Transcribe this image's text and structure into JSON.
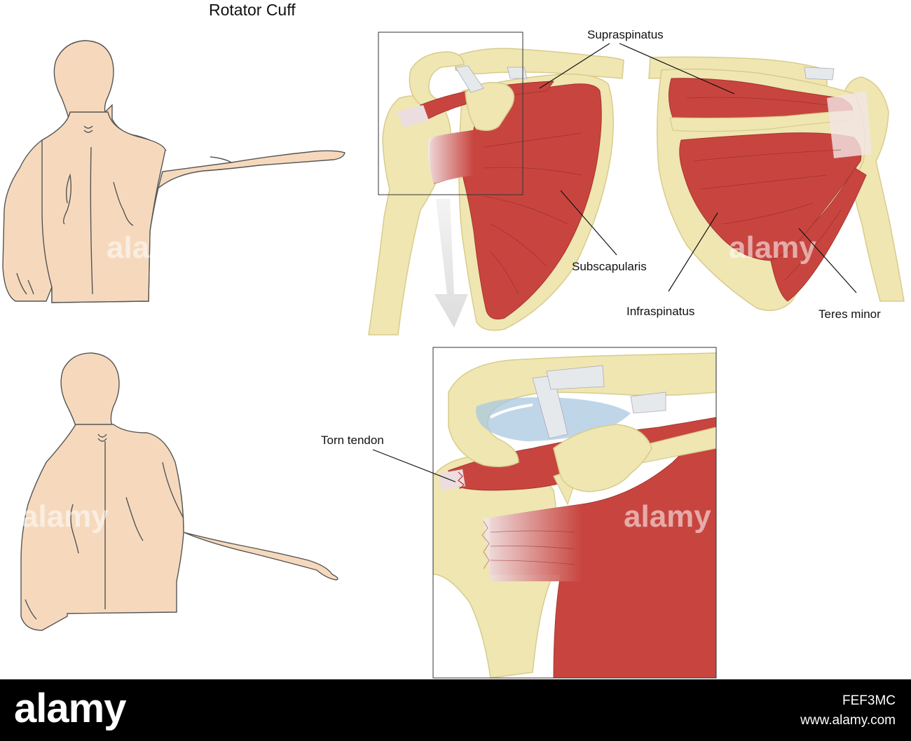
{
  "title": "Rotator Cuff",
  "labels": {
    "supraspinatus": "Supraspinatus",
    "subscapularis": "Subscapularis",
    "infraspinatus": "Infraspinatus",
    "teres_minor": "Teres minor",
    "torn_tendon": "Torn tendon"
  },
  "watermark": "alamy",
  "footer": {
    "brand": "alamy",
    "image_id": "FEF3MC",
    "site": "www.alamy.com"
  },
  "colors": {
    "muscle": "#c8453f",
    "bone": "#efe6b2",
    "bone_outline": "#d8cc8c",
    "skin": "#f6d9bd",
    "tendon": "#e9ecef",
    "bursa": "#a9c8e0"
  }
}
